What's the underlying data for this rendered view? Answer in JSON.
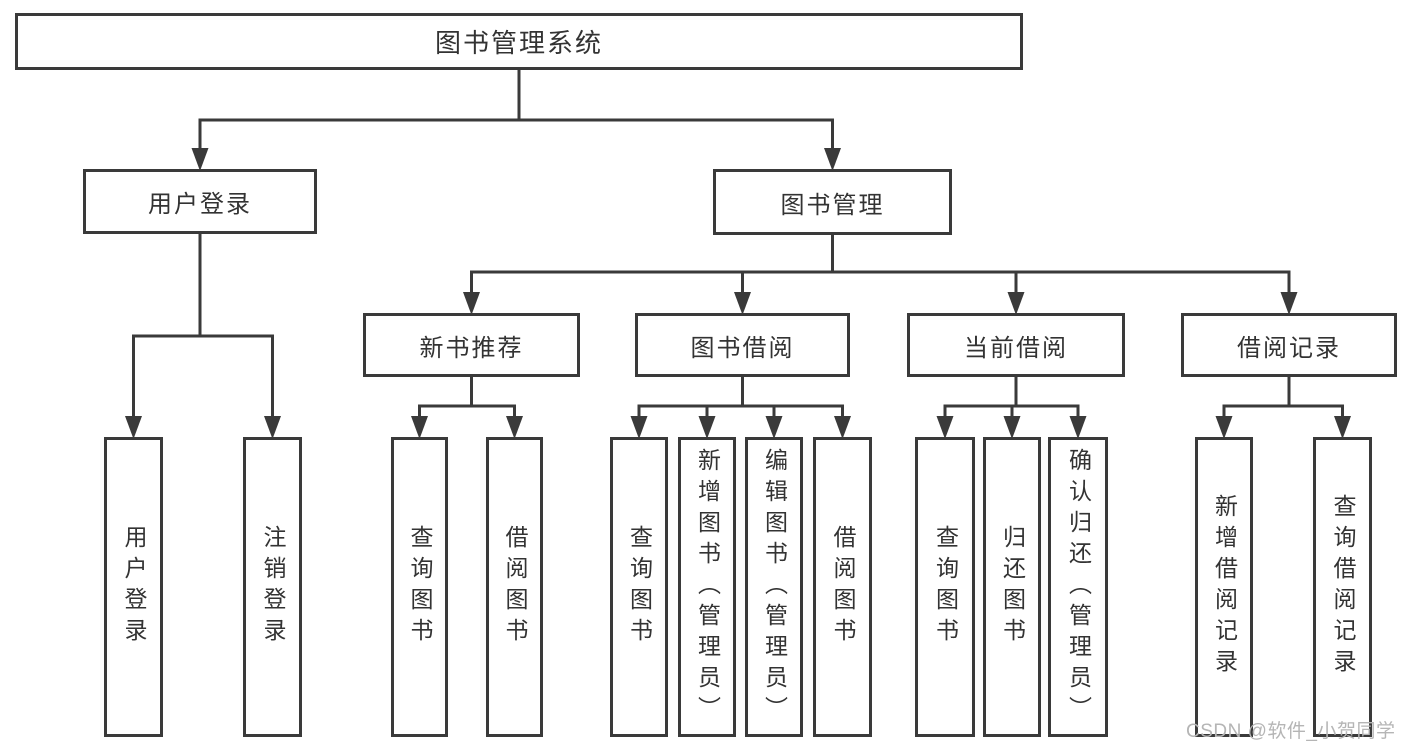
{
  "colors": {
    "stroke": "#3a3a3a",
    "text": "#333333",
    "watermark": "#b5b5b5",
    "background": "#ffffff"
  },
  "diagram": {
    "title": "图书管理系统",
    "nodes": [
      {
        "id": "root",
        "label": "图书管理系统",
        "level": 1,
        "orientation": "horizontal"
      },
      {
        "id": "user-login",
        "label": "用户登录",
        "level": 2,
        "orientation": "horizontal"
      },
      {
        "id": "book-mgmt",
        "label": "图书管理",
        "level": 2,
        "orientation": "horizontal"
      },
      {
        "id": "new-book-rec",
        "label": "新书推荐",
        "level": 3,
        "orientation": "horizontal"
      },
      {
        "id": "book-borrow",
        "label": "图书借阅",
        "level": 3,
        "orientation": "horizontal"
      },
      {
        "id": "current-borrow",
        "label": "当前借阅",
        "level": 3,
        "orientation": "horizontal"
      },
      {
        "id": "borrow-records",
        "label": "借阅记录",
        "level": 3,
        "orientation": "horizontal"
      },
      {
        "id": "leaf-user-login",
        "label": "用户登录",
        "level": 4,
        "orientation": "vertical"
      },
      {
        "id": "leaf-logout",
        "label": "注销登录",
        "level": 4,
        "orientation": "vertical"
      },
      {
        "id": "leaf-query-books-new",
        "label": "查询图书",
        "level": 4,
        "orientation": "vertical"
      },
      {
        "id": "leaf-borrow-books-new",
        "label": "借阅图书",
        "level": 4,
        "orientation": "vertical"
      },
      {
        "id": "leaf-query-books-borrow",
        "label": "查询图书",
        "level": 4,
        "orientation": "vertical"
      },
      {
        "id": "leaf-add-books",
        "label": "新增图书（管理员）",
        "level": 4,
        "orientation": "vertical"
      },
      {
        "id": "leaf-edit-books",
        "label": "编辑图书（管理员）",
        "level": 4,
        "orientation": "vertical"
      },
      {
        "id": "leaf-borrow-books",
        "label": "借阅图书",
        "level": 4,
        "orientation": "vertical"
      },
      {
        "id": "leaf-query-books-current",
        "label": "查询图书",
        "level": 4,
        "orientation": "vertical"
      },
      {
        "id": "leaf-return-books",
        "label": "归还图书",
        "level": 4,
        "orientation": "vertical"
      },
      {
        "id": "leaf-confirm-return",
        "label": "确认归还（管理员）",
        "level": 4,
        "orientation": "vertical"
      },
      {
        "id": "leaf-add-borrow-record",
        "label": "新增借阅记录",
        "level": 4,
        "orientation": "vertical"
      },
      {
        "id": "leaf-query-borrow-record",
        "label": "查询借阅记录",
        "level": 4,
        "orientation": "vertical"
      }
    ],
    "edges": [
      {
        "from": "root",
        "to": [
          "user-login",
          "book-mgmt"
        ]
      },
      {
        "from": "user-login",
        "to": [
          "leaf-user-login",
          "leaf-logout"
        ]
      },
      {
        "from": "book-mgmt",
        "to": [
          "new-book-rec",
          "book-borrow",
          "current-borrow",
          "borrow-records"
        ]
      },
      {
        "from": "new-book-rec",
        "to": [
          "leaf-query-books-new",
          "leaf-borrow-books-new"
        ]
      },
      {
        "from": "book-borrow",
        "to": [
          "leaf-query-books-borrow",
          "leaf-add-books",
          "leaf-edit-books",
          "leaf-borrow-books"
        ]
      },
      {
        "from": "current-borrow",
        "to": [
          "leaf-query-books-current",
          "leaf-return-books",
          "leaf-confirm-return"
        ]
      },
      {
        "from": "borrow-records",
        "to": [
          "leaf-add-borrow-record",
          "leaf-query-borrow-record"
        ]
      }
    ]
  },
  "watermark": {
    "text": "CSDN @软件_小贺同学"
  }
}
